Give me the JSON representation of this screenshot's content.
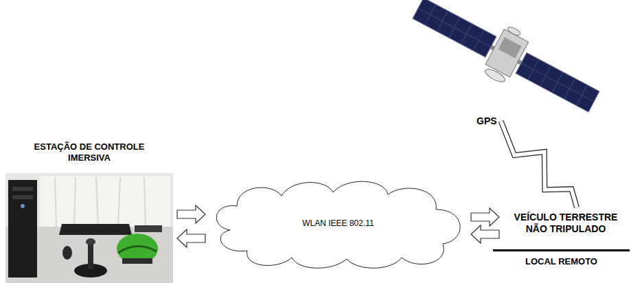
{
  "diagram": {
    "nodes": [
      {
        "text": [
          "ESTAÇÃO DE CONTROLE IMERSIVA"
        ]
      },
      {
        "text": [
          "WLAN IEEE 802.11"
        ]
      },
      {
        "text": [
          "VEÍCULO TERRESTRE NÃO TRIPULADO"
        ]
      },
      {
        "text": [
          "GPS"
        ]
      }
    ],
    "edges": [
      {
        "from": 0,
        "to": 1,
        "arrow": "to"
      },
      {
        "from": 1,
        "to": 0,
        "arrow": "to"
      },
      {
        "from": 1,
        "to": 2,
        "arrow": "to"
      },
      {
        "from": 2,
        "to": 1,
        "arrow": "to"
      },
      {
        "from": 3,
        "to": 2,
        "arrow": "none"
      }
    ],
    "labels": [
      "LOCAL REMOTO"
    ]
  }
}
